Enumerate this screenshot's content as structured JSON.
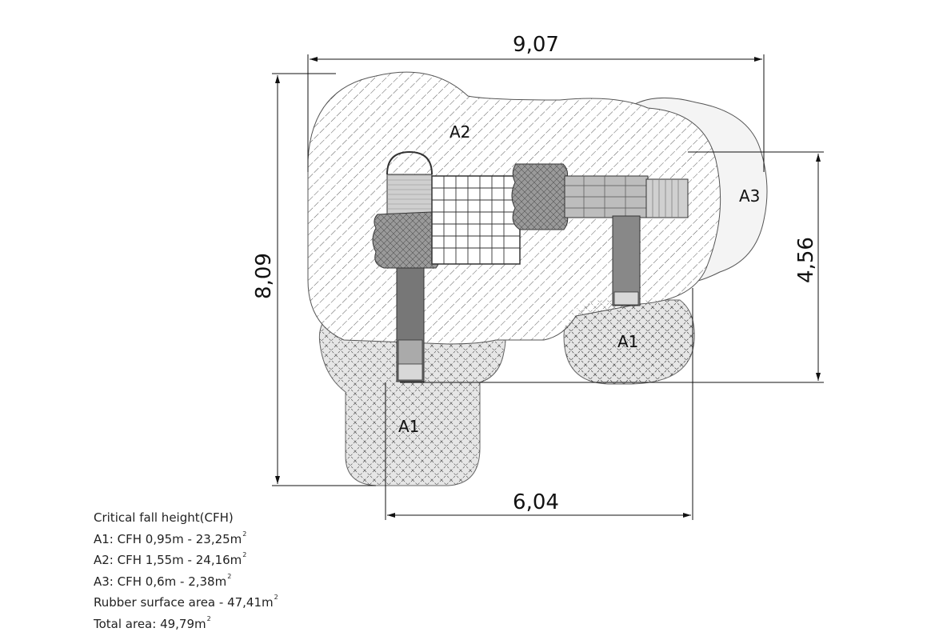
{
  "dimensions": {
    "top_width": "9,07",
    "left_height": "8,09",
    "right_height": "4,56",
    "bottom_width": "6,04"
  },
  "zones": {
    "a1_label": "A1",
    "a2_label": "A2",
    "a3_label": "A3"
  },
  "legend": {
    "title": "Critical fall height(CFH)",
    "lines": [
      {
        "text": "A1: CFH 0,95m - 23,25m",
        "unit_sup": "2"
      },
      {
        "text": "A2: CFH 1,55m - 24,16m",
        "unit_sup": "2"
      },
      {
        "text": "A3: CFH 0,6m - 2,38m",
        "unit_sup": "2"
      },
      {
        "text": "Rubber surface area - 47,41m",
        "unit_sup": "2"
      },
      {
        "text": "Total area: 49,79m",
        "unit_sup": "2"
      }
    ]
  }
}
